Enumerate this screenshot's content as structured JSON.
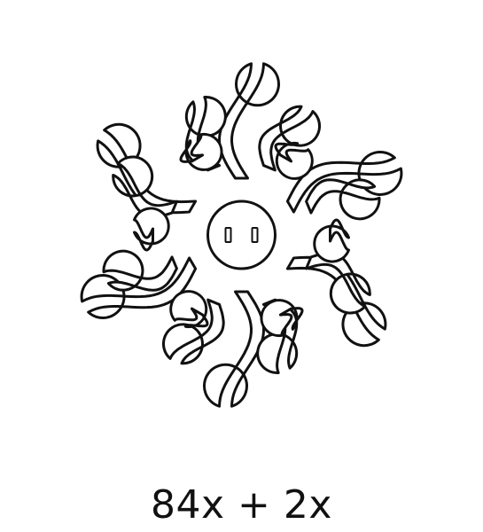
{
  "caption": "84x + 2x",
  "diagram": {
    "petal_rings": [
      {
        "count": 6,
        "offset_deg": 90
      },
      {
        "count": 8,
        "offset_deg": 67.5
      },
      {
        "count": 6,
        "offset_deg": 60
      }
    ],
    "center_part": "round-hub-with-two-slots",
    "stroke_color": "#111111",
    "fill_color": "#ffffff"
  }
}
